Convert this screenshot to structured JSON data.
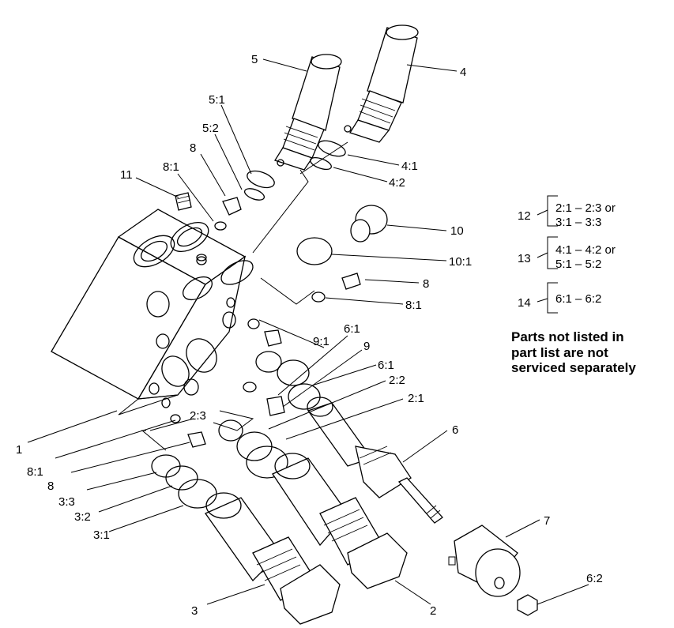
{
  "callouts": {
    "c1": "1",
    "c2": "2",
    "c2_1": "2:1",
    "c2_2": "2:2",
    "c2_3": "2:3",
    "c3": "3",
    "c3_1": "3:1",
    "c3_2": "3:2",
    "c3_3": "3:3",
    "c4": "4",
    "c4_1": "4:1",
    "c4_2": "4:2",
    "c5": "5",
    "c5_1": "5:1",
    "c5_2": "5:2",
    "c6": "6",
    "c6_1a": "6:1",
    "c6_1b": "6:1",
    "c6_2": "6:2",
    "c7": "7",
    "c8a": "8",
    "c8b": "8",
    "c8c": "8",
    "c8_1a": "8:1",
    "c8_1b": "8:1",
    "c8_1c": "8:1",
    "c9": "9",
    "c9_1": "9:1",
    "c10": "10",
    "c10_1": "10:1",
    "c11": "11"
  },
  "kits": [
    {
      "number": "12",
      "line1": "2:1 – 2:3 or",
      "line2": "3:1 – 3:3"
    },
    {
      "number": "13",
      "line1": "4:1 – 4:2 or",
      "line2": "5:1 – 5:2"
    },
    {
      "number": "14",
      "line1": "6:1 – 6:2",
      "line2": ""
    }
  ],
  "note": {
    "line1": "Parts not listed in",
    "line2": "part list are not",
    "line3": "serviced separately"
  }
}
